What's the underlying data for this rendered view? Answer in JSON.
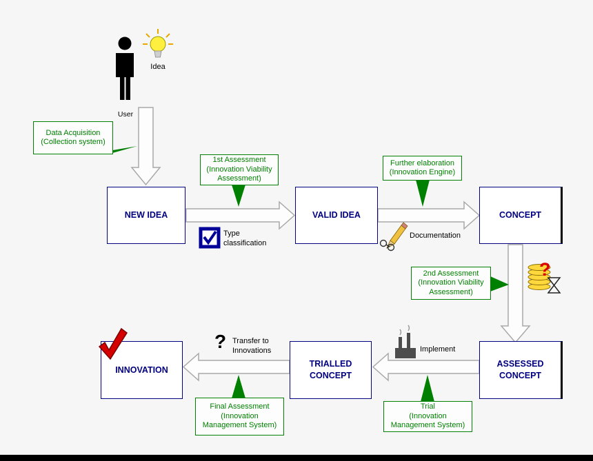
{
  "title": "Innovation process flow diagram",
  "colors": {
    "background": "#f6f6f6",
    "box_border": "#000080",
    "box_text": "#000080",
    "callout_green": "#008000",
    "arrow_fill": "#fdfdfd",
    "arrow_stroke": "#a8a8a8",
    "check_red": "#d40000"
  },
  "actors": {
    "user_label": "User",
    "idea_label": "Idea"
  },
  "boxes": {
    "new_idea": "NEW IDEA",
    "valid_idea": "VALID IDEA",
    "concept": "CONCEPT",
    "assessed_concept": "ASSESSED CONCEPT",
    "trialled_concept": "TRIALLED CONCEPT",
    "innovation": "INNOVATION"
  },
  "callouts": {
    "data_acquisition": "Data Acquisition\n(Collection system)",
    "first_assessment": "1st Assessment\n(Innovation Viability\nAssessment)",
    "further_elaboration": "Further elaboration\n(Innovation Engine)",
    "second_assessment": "2nd Assessment\n(Innovation Viability\nAssessment)",
    "trial": "Trial\n(Innovation\nManagement System)",
    "final_assessment": "Final Assessment\n(Innovation\nManagement System)"
  },
  "annotations": {
    "type_classification": "Type\nclassification",
    "documentation": "Documentation",
    "implement": "Implement",
    "transfer": "Transfer to\nInnovations",
    "transfer_mark": "?"
  },
  "icons": {
    "user": "person-silhouette",
    "idea": "lightbulb",
    "type_classification": "checked-checkbox",
    "documentation": "pencil-and-glasses",
    "assessment_cost": "coin-stack-question-hourglass",
    "implement": "factory",
    "transfer": "question-mark",
    "innovation_done": "red-checkmark"
  }
}
